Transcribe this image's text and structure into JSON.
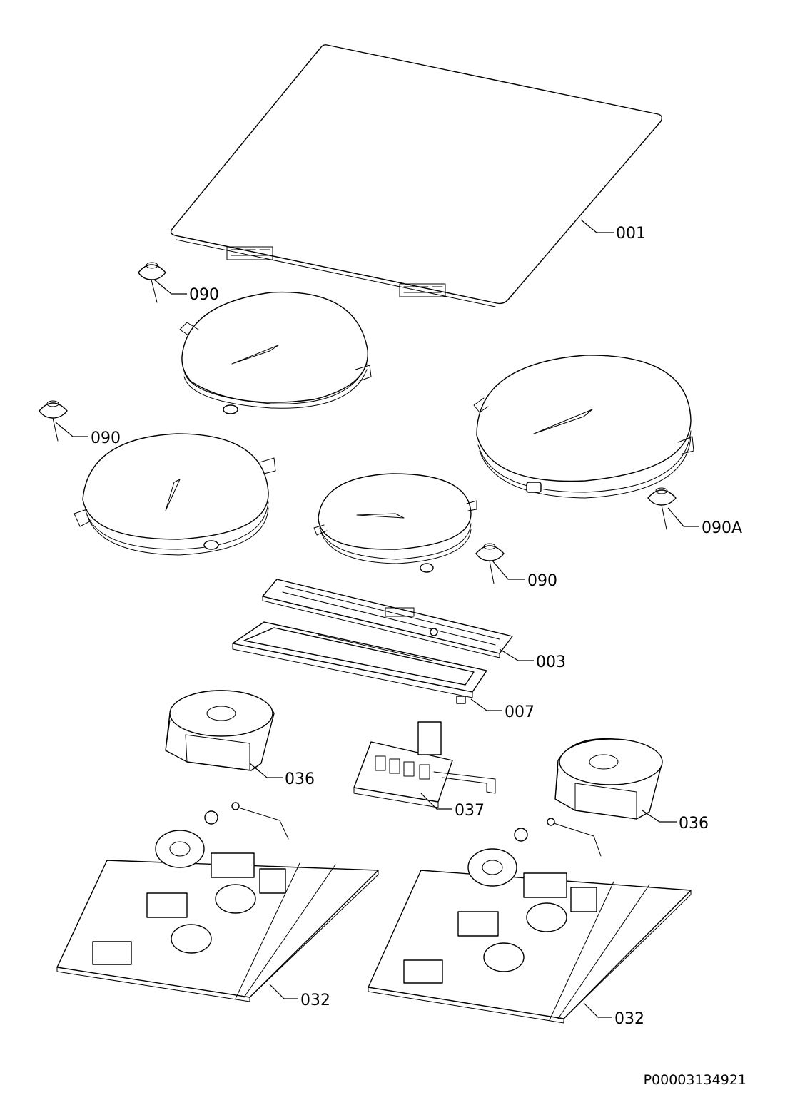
{
  "parts": [
    {
      "id": "glass-top",
      "label": "001"
    },
    {
      "id": "cap-upper-left",
      "label": "090"
    },
    {
      "id": "cap-left",
      "label": "090"
    },
    {
      "id": "cap-right",
      "label": "090A"
    },
    {
      "id": "cap-center",
      "label": "090"
    },
    {
      "id": "control-board",
      "label": "003"
    },
    {
      "id": "control-frame",
      "label": "007"
    },
    {
      "id": "fan-left",
      "label": "036"
    },
    {
      "id": "terminal-block",
      "label": "037"
    },
    {
      "id": "fan-right",
      "label": "036"
    },
    {
      "id": "power-board-left",
      "label": "032"
    },
    {
      "id": "power-board-right",
      "label": "032"
    }
  ],
  "document_id": "P00003134921",
  "colors": {
    "line": "#000000",
    "background": "#ffffff"
  }
}
